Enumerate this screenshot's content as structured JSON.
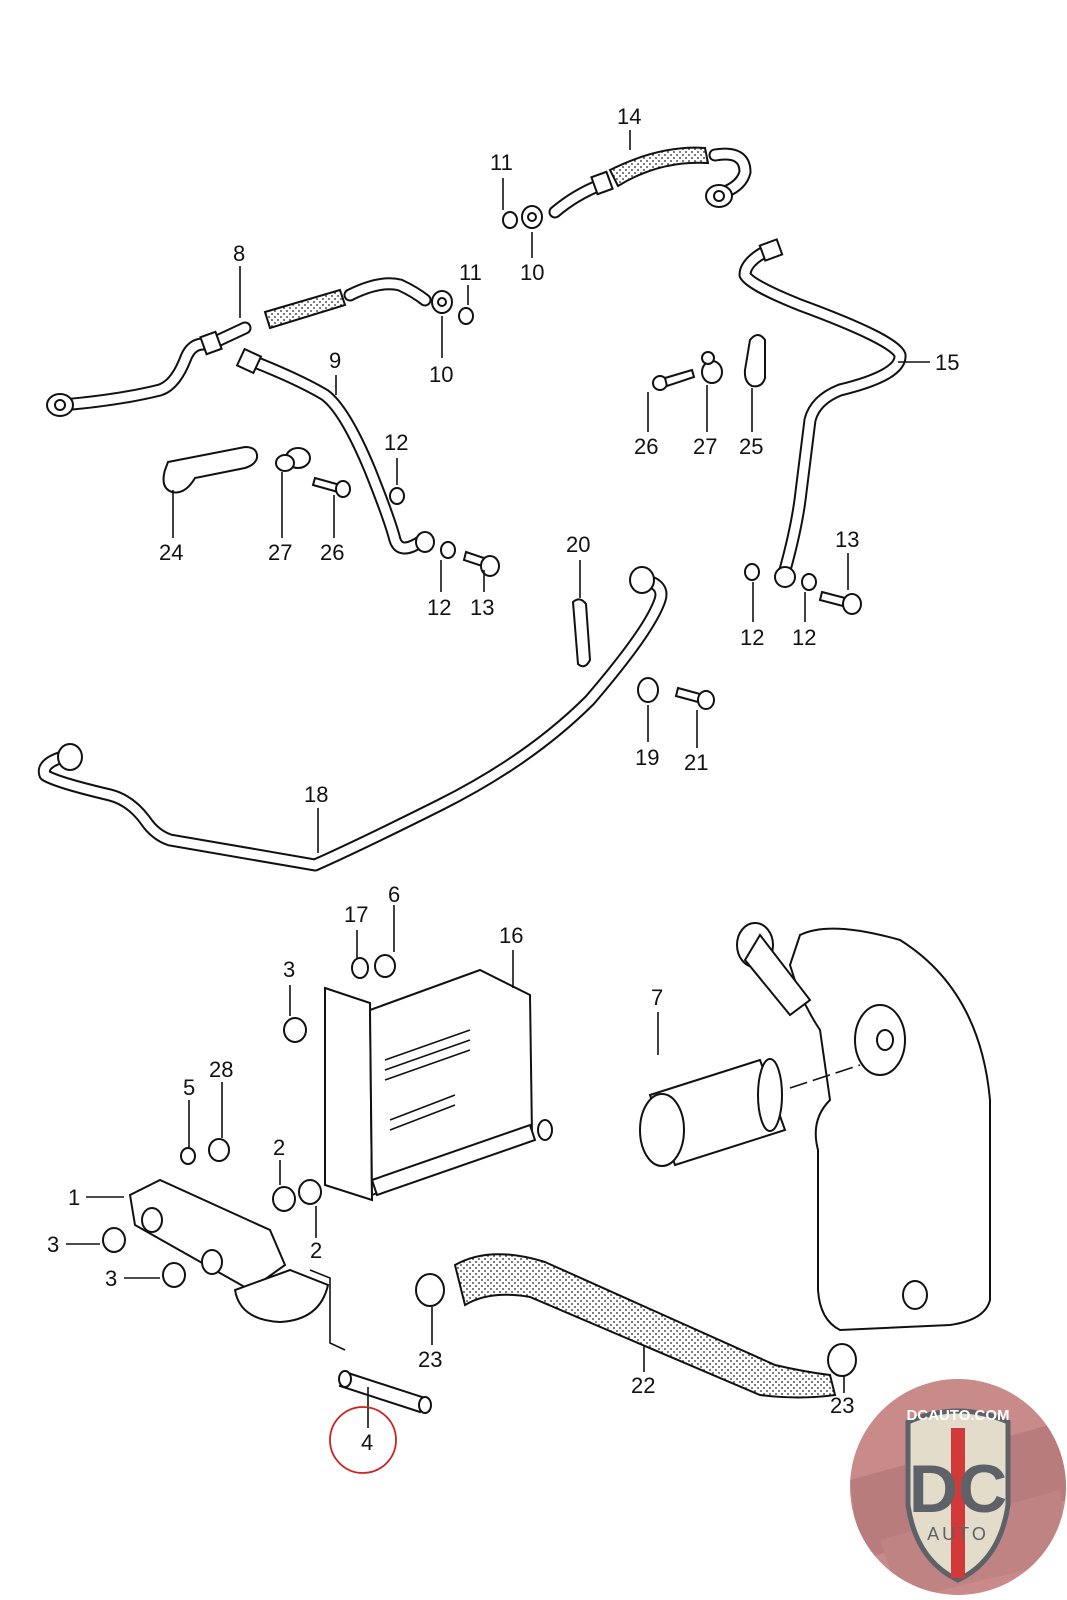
{
  "diagram": {
    "title": "Engine oil lines, oil pump, oil cooler and oil tank exploded parts diagram",
    "highlighted_part": "4",
    "highlight_color": "#cc2222",
    "labels": {
      "p1": "1",
      "p2a": "2",
      "p2b": "2",
      "p3a": "3",
      "p3b": "3",
      "p3c": "3",
      "p4": "4",
      "p5": "5",
      "p6": "6",
      "p7": "7",
      "p8": "8",
      "p9": "9",
      "p10a": "10",
      "p10b": "10",
      "p11a": "11",
      "p11b": "11",
      "p12a": "12",
      "p12b": "12",
      "p12c": "12",
      "p12d": "12",
      "p13a": "13",
      "p13b": "13",
      "p14": "14",
      "p15": "15",
      "p16": "16",
      "p17": "17",
      "p18": "18",
      "p19": "19",
      "p20": "20",
      "p21": "21",
      "p22": "22",
      "p23a": "23",
      "p23b": "23",
      "p24": "24",
      "p25": "25",
      "p26a": "26",
      "p26b": "26",
      "p27a": "27",
      "p27b": "27",
      "p28": "28"
    }
  },
  "watermark": {
    "site": "DCAUTO.COM",
    "mark": "DC",
    "sub": "AUTO",
    "colors": {
      "badge_bg": "#c98a8a",
      "shield": "#e4dccb",
      "letters": "#5d6168",
      "stripe": "#d23a3a"
    }
  }
}
